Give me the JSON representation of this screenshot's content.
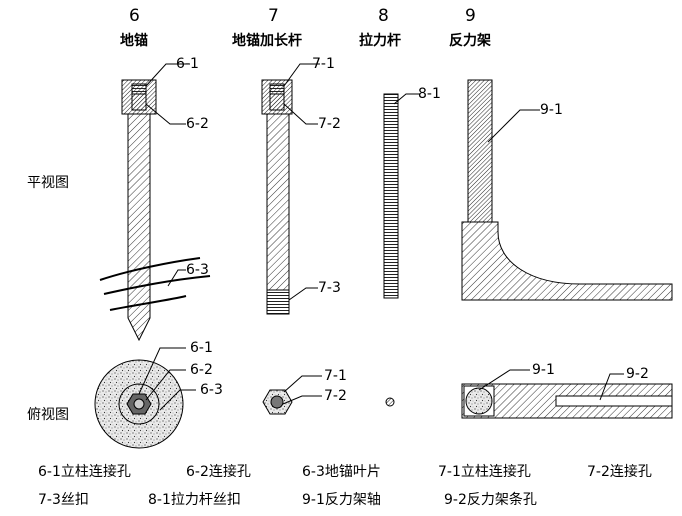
{
  "columns": [
    {
      "number": "6",
      "name": "地锚"
    },
    {
      "number": "7",
      "name": "地锚加长杆"
    },
    {
      "number": "8",
      "name": "拉力杆"
    },
    {
      "number": "9",
      "name": "反力架"
    }
  ],
  "views": {
    "plan": "平视图",
    "top": "俯视图"
  },
  "callouts": {
    "c6_1_plan": "6-1",
    "c6_2_plan": "6-2",
    "c6_3_plan": "6-3",
    "c7_1_plan": "7-1",
    "c7_2_plan": "7-2",
    "c7_3_plan": "7-3",
    "c8_1_plan": "8-1",
    "c9_1_plan": "9-1",
    "c6_1_top": "6-1",
    "c6_2_top": "6-2",
    "c6_3_top": "6-3",
    "c7_1_top": "7-1",
    "c7_2_top": "7-2",
    "c9_1_top": "9-1",
    "c9_2_top": "9-2"
  },
  "legend": {
    "row1": [
      "6-1立柱连接孔",
      "6-2连接孔",
      "6-3地锚叶片",
      "7-1立柱连接孔",
      "7-2连接孔"
    ],
    "row2": [
      "7-3丝扣",
      "8-1拉力杆丝扣",
      "9-1反力架轴",
      "9-2反力架条孔"
    ]
  }
}
